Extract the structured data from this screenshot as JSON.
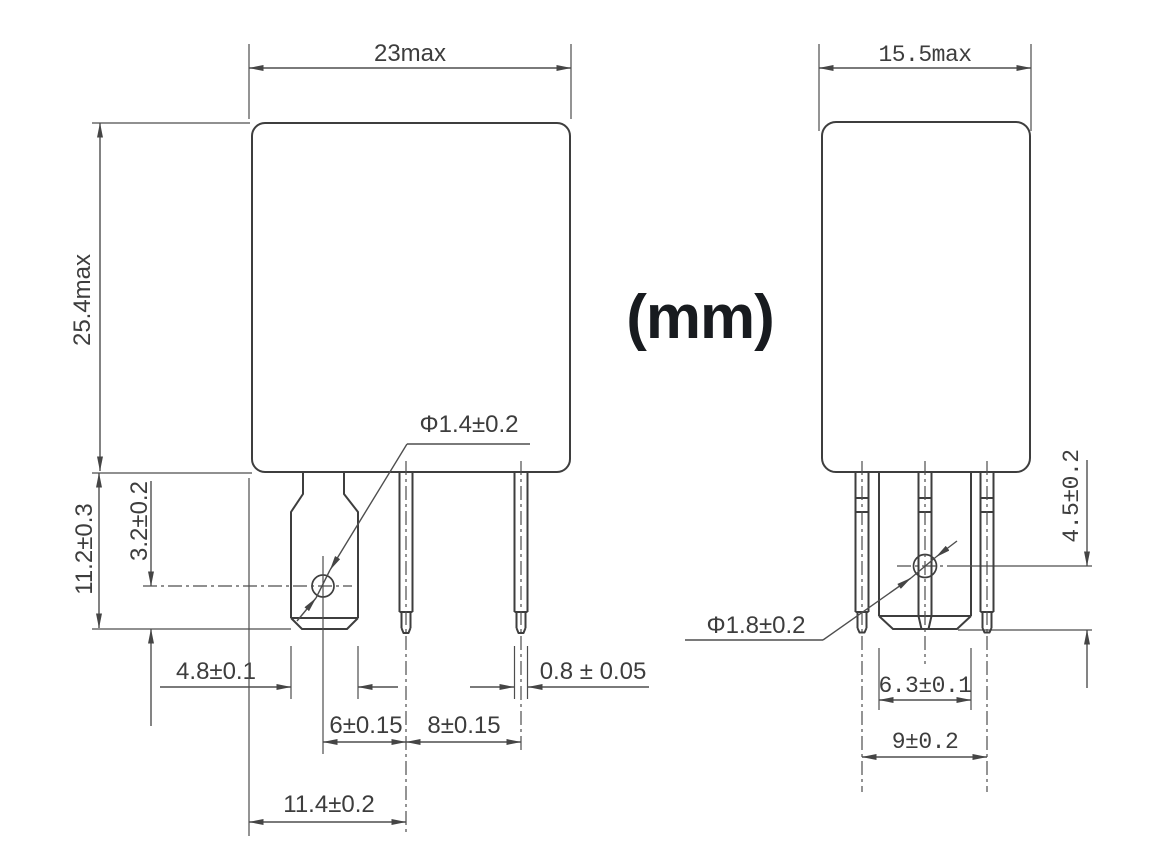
{
  "units_label": "(mm)",
  "colors": {
    "background": "#ffffff",
    "object_line": "#3e3e3e",
    "dimension_line": "#4e4e4e",
    "dimension_text": "#3d3d3d",
    "units_label_text": "#181b1f"
  },
  "front_view": {
    "width": "23max",
    "height": "25.4max",
    "terminal_length": "11.2±0.3",
    "hole_to_tip": "3.2±0.2",
    "hole_diameter": "Φ1.4±0.2",
    "blade_width": "4.8±0.1",
    "pin_thickness": "0.8 ± 0.05",
    "pin_pitch_1": "6±0.15",
    "pin_pitch_2": "8±0.15",
    "edge_to_pin": "11.4±0.2"
  },
  "side_view": {
    "width": "15.5max",
    "hole_to_tip": "4.5±0.2",
    "hole_diameter": "Φ1.8±0.2",
    "blade_width": "6.3±0.1",
    "pin_pitch": "9±0.2"
  }
}
